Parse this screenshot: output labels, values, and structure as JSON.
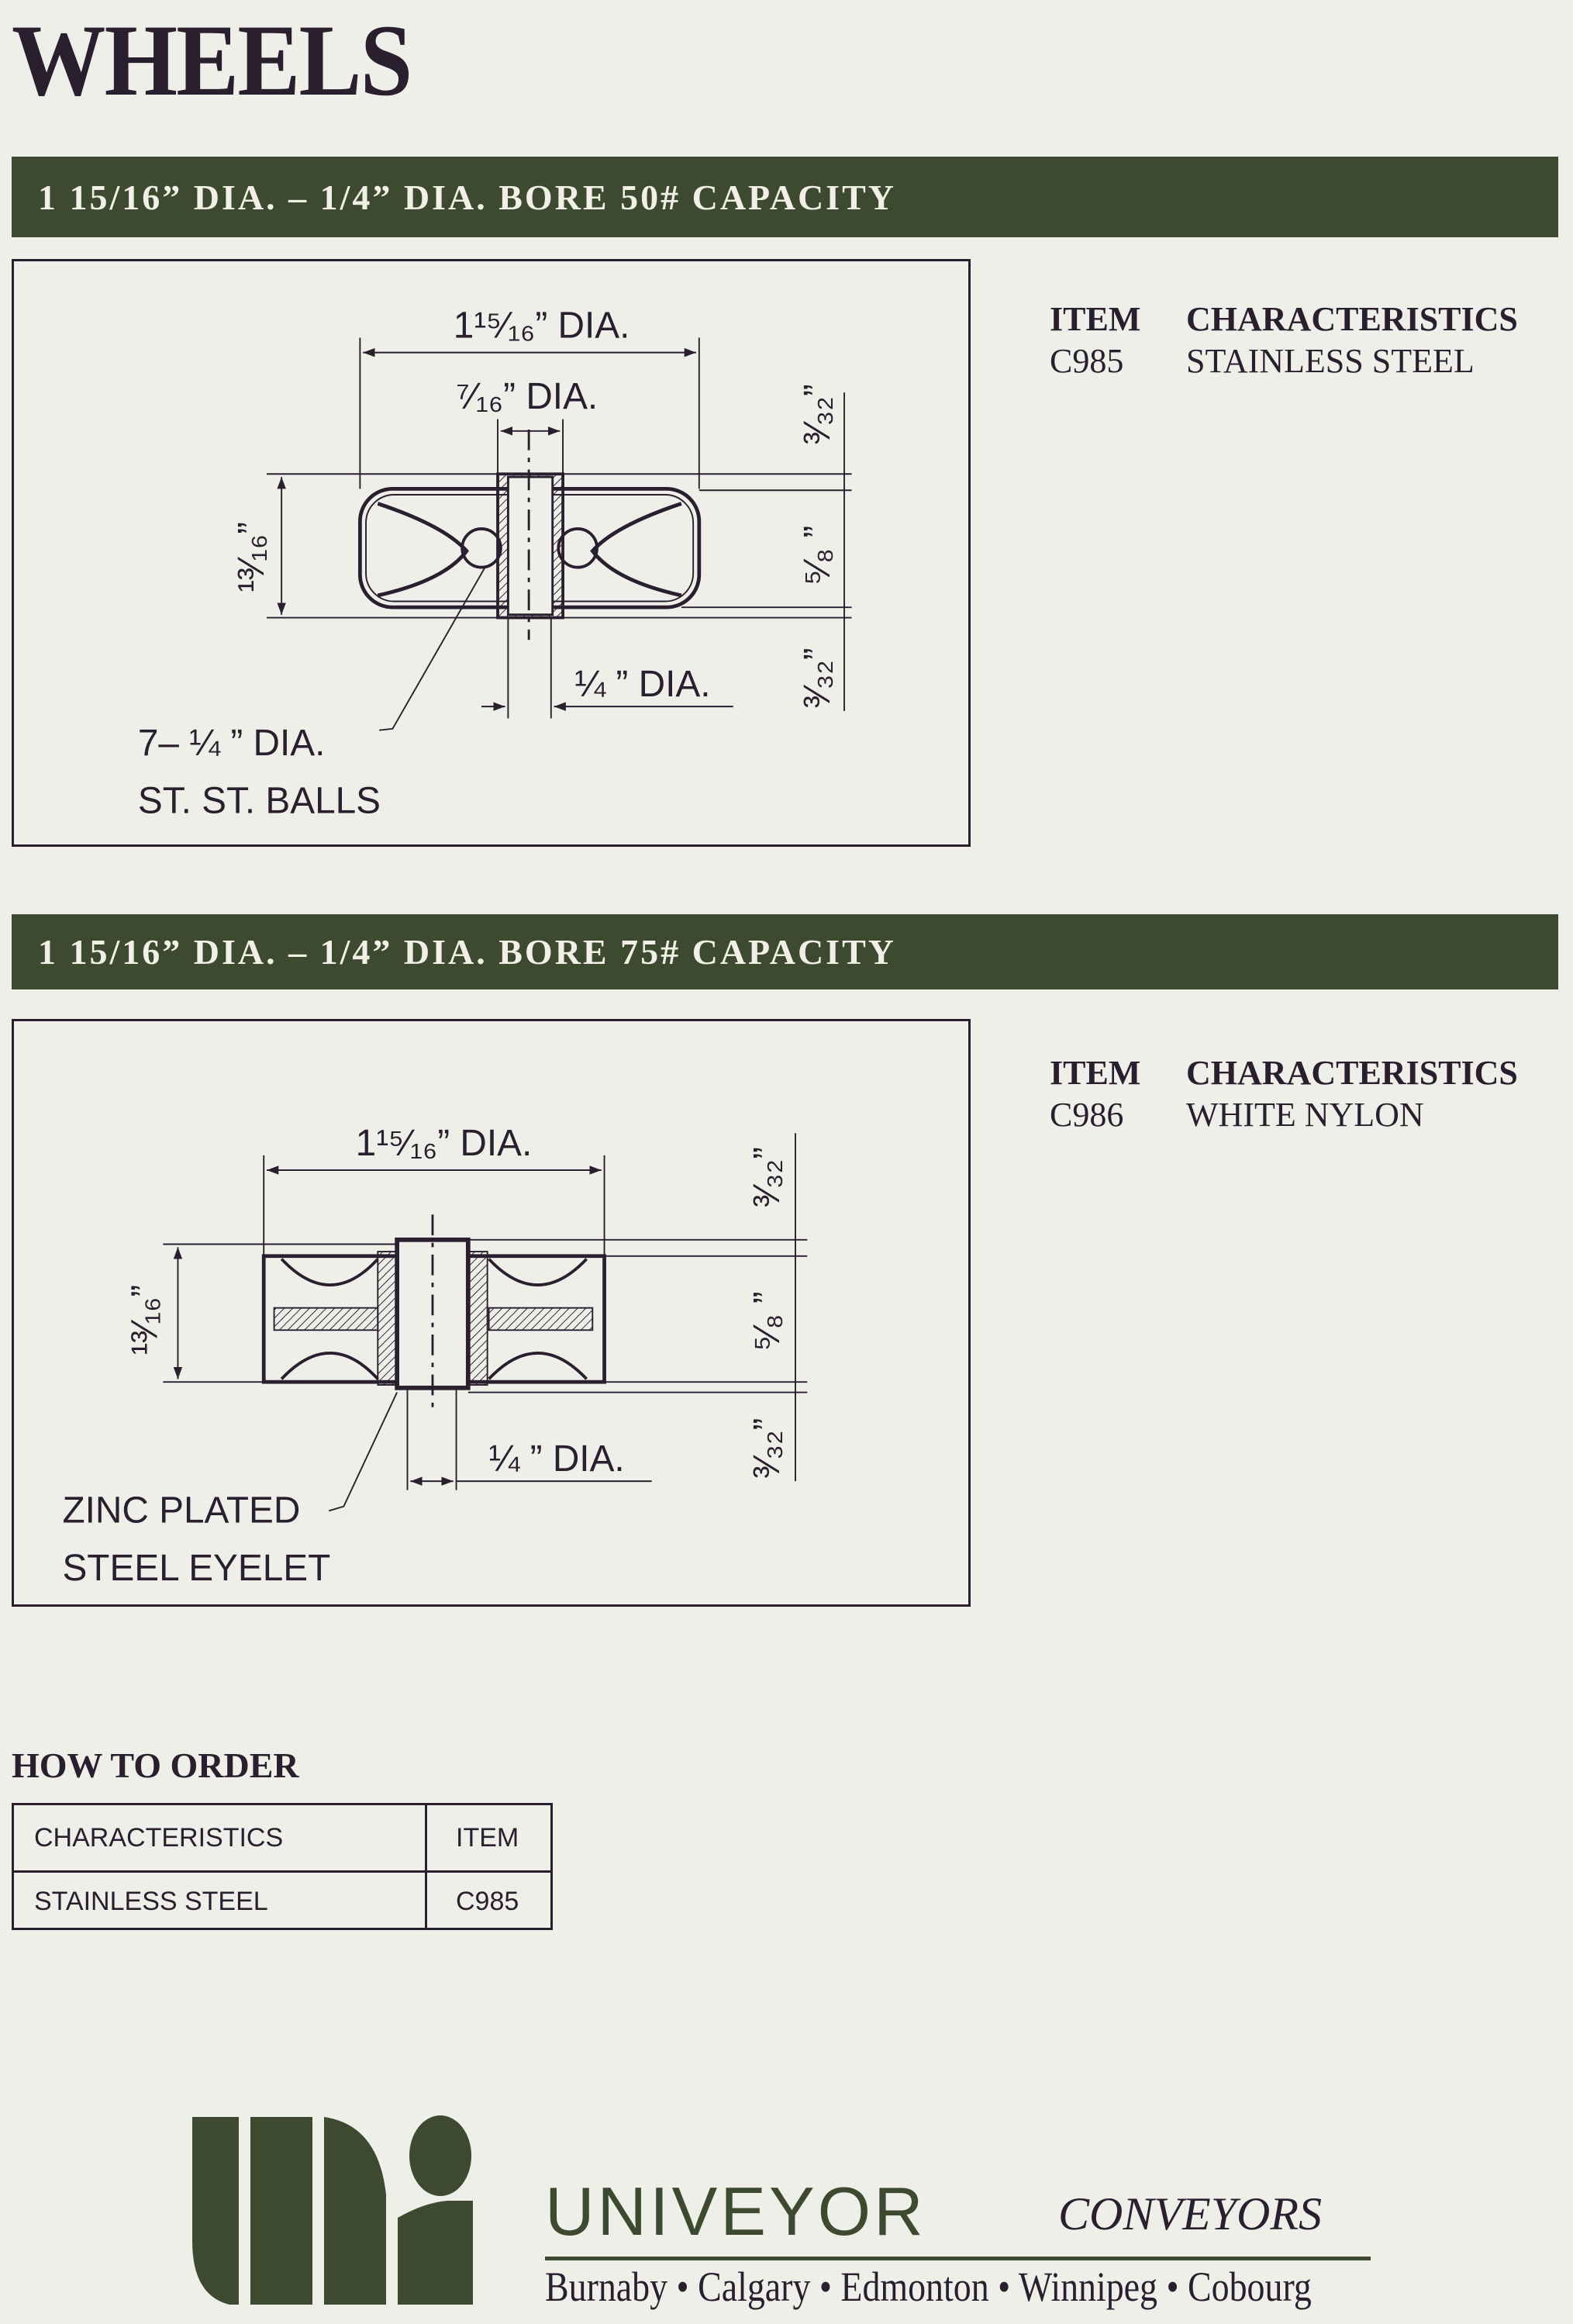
{
  "page_title": "WHEELS",
  "sections": [
    {
      "heading": "1 15/16” DIA. – 1/4” DIA. BORE 50# CAPACITY",
      "spec_headers": {
        "item": "ITEM",
        "characteristics": "CHARACTERISTICS"
      },
      "item": "C985",
      "characteristics": "STAINLESS STEEL",
      "drawing": {
        "outer_dia": "1¹⁵⁄₁₆” DIA.",
        "hub_dia": "⁷⁄₁₆” DIA.",
        "height": "¹³⁄₁₆”",
        "top_offset": "³⁄₃₂”",
        "body_height": "⁵⁄₈ ”",
        "bottom_offset": "³⁄₃₂”",
        "bore_dia": "¼ ”  DIA.",
        "note_line1": "7– ¼ ” DIA.",
        "note_line2": "ST.  ST.  BALLS"
      }
    },
    {
      "heading": "1 15/16” DIA. – 1/4” DIA. BORE 75# CAPACITY",
      "spec_headers": {
        "item": "ITEM",
        "characteristics": "CHARACTERISTICS"
      },
      "item": "C986",
      "characteristics": "WHITE NYLON",
      "drawing": {
        "outer_dia": "1¹⁵⁄₁₆” DIA.",
        "height": "¹³⁄₁₆”",
        "top_offset": "³⁄₃₂”",
        "body_height": "⁵⁄₈ ”",
        "bottom_offset": "³⁄₃₂”",
        "bore_dia": "¼ ”  DIA.",
        "note_line1": "ZINC  PLATED",
        "note_line2": "STEEL  EYELET"
      }
    }
  ],
  "how_to_order": {
    "title": "HOW TO ORDER",
    "headers": [
      "CHARACTERISTICS",
      "ITEM"
    ],
    "rows": [
      [
        "STAINLESS STEEL",
        "C985"
      ]
    ]
  },
  "footer": {
    "brand": "UNIVEYOR",
    "tagline": "CONVEYORS",
    "locations": "Burnaby • Calgary • Edmonton • Winnipeg • Cobourg",
    "brand_color": "#3e4a30"
  }
}
